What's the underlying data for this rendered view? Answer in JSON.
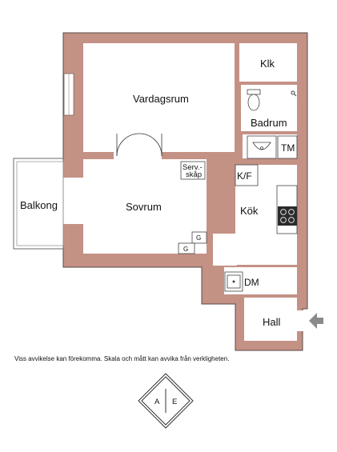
{
  "colors": {
    "wall": "#c49185",
    "outline": "#5a4a46",
    "floor": "#ffffff",
    "arrow": "#8a8a8a",
    "stove": "#2b2b2b"
  },
  "rooms": {
    "living_room": "Vardagsrum",
    "closet": "Klk",
    "bathroom": "Badrum",
    "dryer": "TM",
    "pantry_line1": "Serv.-",
    "pantry_line2": "skåp",
    "fridge_freezer": "K/F",
    "bedroom": "Sovrum",
    "kitchen": "Kök",
    "balcony": "Balkong",
    "dishwasher": "DM",
    "hall": "Hall",
    "wardrobe_upper": "G",
    "wardrobe_lower": "G"
  },
  "disclaimer": "Viss avvikelse kan förekomma. Skala och mått kan avvika från verkligheten.",
  "logo": {
    "left_letter": "A",
    "right_letter": "E"
  },
  "icons": {
    "entrance": "entrance-arrow-icon",
    "stove": "stove-icon",
    "toilet": "toilet-icon",
    "sink": "sink-icon",
    "shower": "shower-icon"
  }
}
